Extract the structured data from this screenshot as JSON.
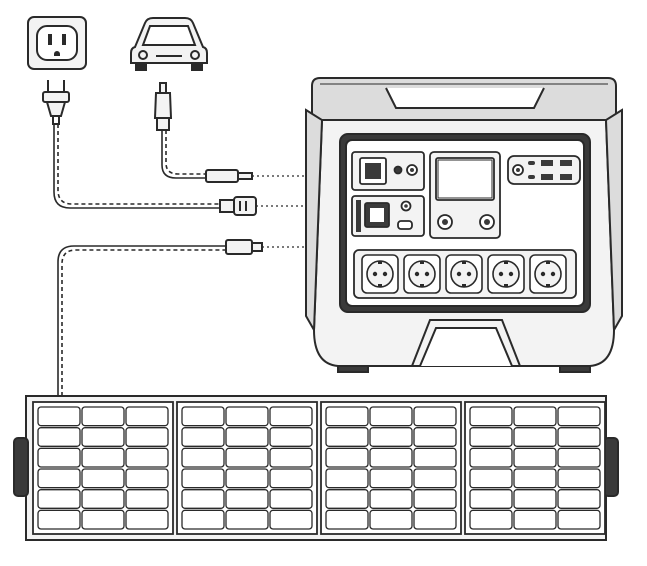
{
  "diagram": {
    "kind": "power-station-charging-connection-diagram",
    "line_color": "#2a2a2a",
    "fill_light": "#f3f3f3",
    "fill_mid": "#dcdcdc",
    "fill_dark": "#3a3a3a",
    "sources": [
      {
        "name": "wall-outlet",
        "icon": "us-wall-outlet-icon"
      },
      {
        "name": "car",
        "icon": "car-icon"
      },
      {
        "name": "solar-panel",
        "icon": "solar-panel-icon"
      }
    ],
    "device": {
      "name": "portable-power-station",
      "ac_outlet_count": 5,
      "has_display": true
    },
    "solar_panel": {
      "segments": 4,
      "cell_cols_per_segment": 3,
      "cell_rows": 6
    }
  }
}
